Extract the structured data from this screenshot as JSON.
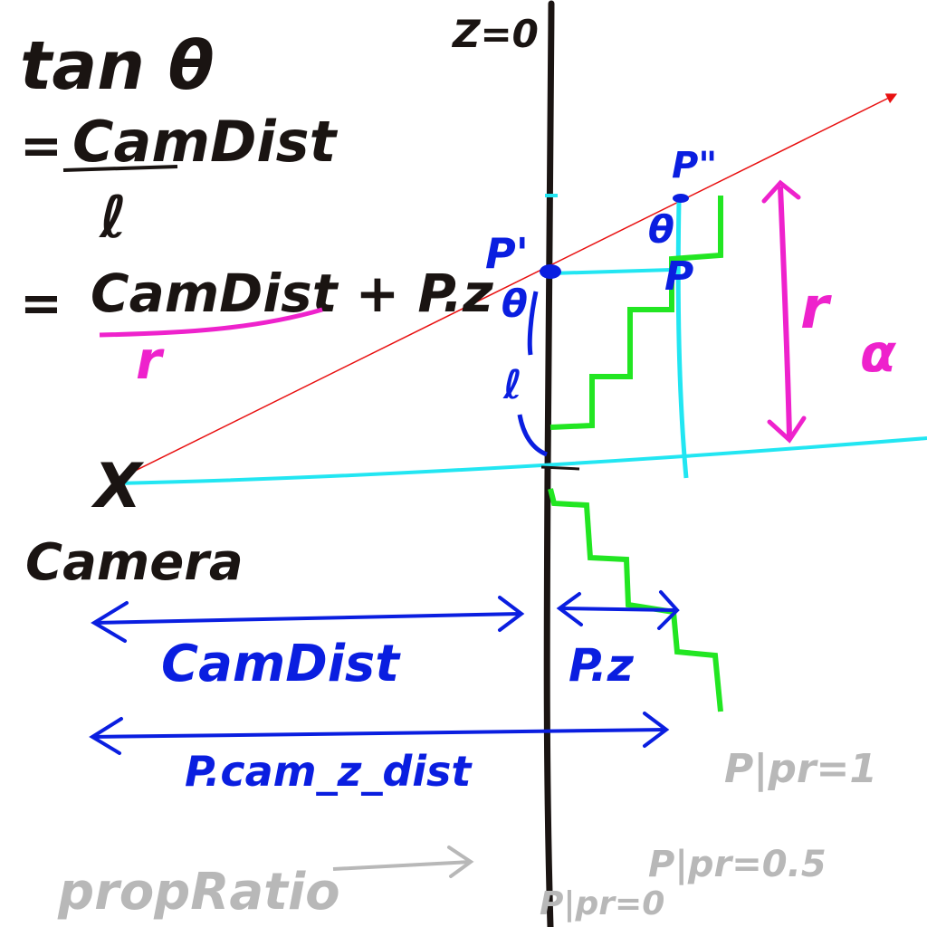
{
  "colors": {
    "ink": "#1a1412",
    "blue": "#0a1ee0",
    "magenta": "#ee22cc",
    "cyan": "#22e6f2",
    "green": "#22e622",
    "red": "#e81010",
    "gray": "#b8b8b8"
  },
  "labels": {
    "z_plane": "Z=0",
    "camera_mark": "X",
    "camera": "Camera",
    "p_prime": "P'",
    "p_double_prime": "P\"",
    "p_point": "P",
    "theta": "θ",
    "theta_upper": "θ",
    "theta_lower": "θ",
    "l_mark": "ℓ",
    "r_side": "r",
    "alpha": "α",
    "camdist": "CamDist",
    "p_z": "P.z",
    "p_cam_z_dist": "P.cam_z_dist",
    "prop_ratio": "propRatio",
    "gray_p_pr1": "P|pr=1",
    "gray_p_pr05": "P|pr=0.5",
    "gray_p_pr0": "P|pr=0"
  },
  "formula": {
    "tan": "tan θ",
    "eq1": "=",
    "numerator1": "CamDist",
    "denominator1": "ℓ",
    "eq2": "=",
    "numerator2": "CamDist + P.z",
    "denominator2": "r"
  }
}
